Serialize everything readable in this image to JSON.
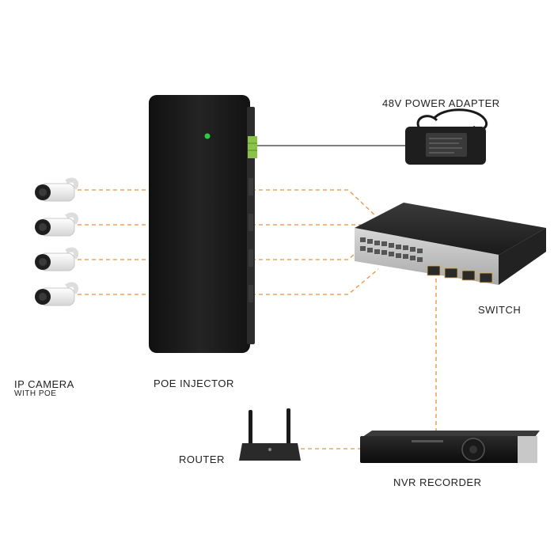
{
  "labels": {
    "power_adapter": "48V POWER ADAPTER",
    "switch": "SWITCH",
    "ip_camera": "IP CAMERA",
    "ip_camera_sub": "WITH POE",
    "poe_injector": "POE INJECTOR",
    "router": "ROUTER",
    "nvr": "NVR RECORDER"
  },
  "colors": {
    "link_dashed": "#e8923a",
    "power_line": "#333333",
    "device_dark": "#1c1c1c",
    "led": "#2ecc40",
    "terminal": "#8bc34a",
    "camera_body": "#f2f2f2"
  }
}
